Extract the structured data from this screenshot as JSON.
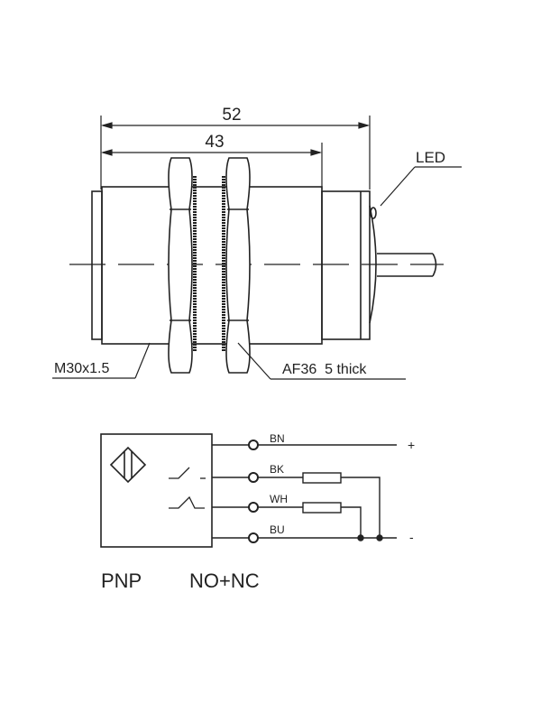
{
  "dimensions": {
    "overall_length": "52",
    "thread_length": "43"
  },
  "labels": {
    "led": "LED",
    "thread": "M30x1.5",
    "nut": "AF36  5 thick"
  },
  "wiring": {
    "wires": [
      {
        "code": "BN",
        "terminal": "+"
      },
      {
        "code": "BK",
        "terminal": ""
      },
      {
        "code": "WH",
        "terminal": ""
      },
      {
        "code": "BU",
        "terminal": "-"
      }
    ],
    "output_type": "PNP",
    "contact_type": "NO+NC"
  }
}
